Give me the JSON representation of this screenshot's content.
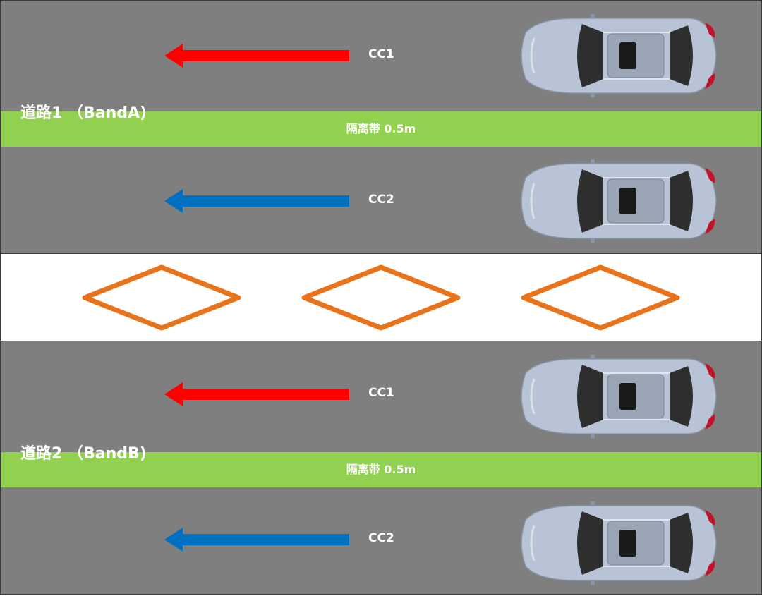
{
  "roads": [
    {
      "name": "道路1 （BandA)",
      "median_label": "隔离带 0.5m",
      "lanes": [
        {
          "label": "CC1",
          "arrow_color": "#ff0000"
        },
        {
          "label": "CC2",
          "arrow_color": "#0070c0"
        }
      ]
    },
    {
      "name": "道路2 （BandB)",
      "median_label": "隔离带 0.5m",
      "lanes": [
        {
          "label": "CC1",
          "arrow_color": "#ff0000"
        },
        {
          "label": "CC2",
          "arrow_color": "#0070c0"
        }
      ]
    }
  ],
  "colors": {
    "road": "#7f7f7f",
    "median": "#92d050",
    "crosswalk_marking": "#e8731a",
    "car_body": "#b8c4d6"
  },
  "icons": [
    "car-icon",
    "left-arrow-icon",
    "diamond-marking-icon"
  ]
}
